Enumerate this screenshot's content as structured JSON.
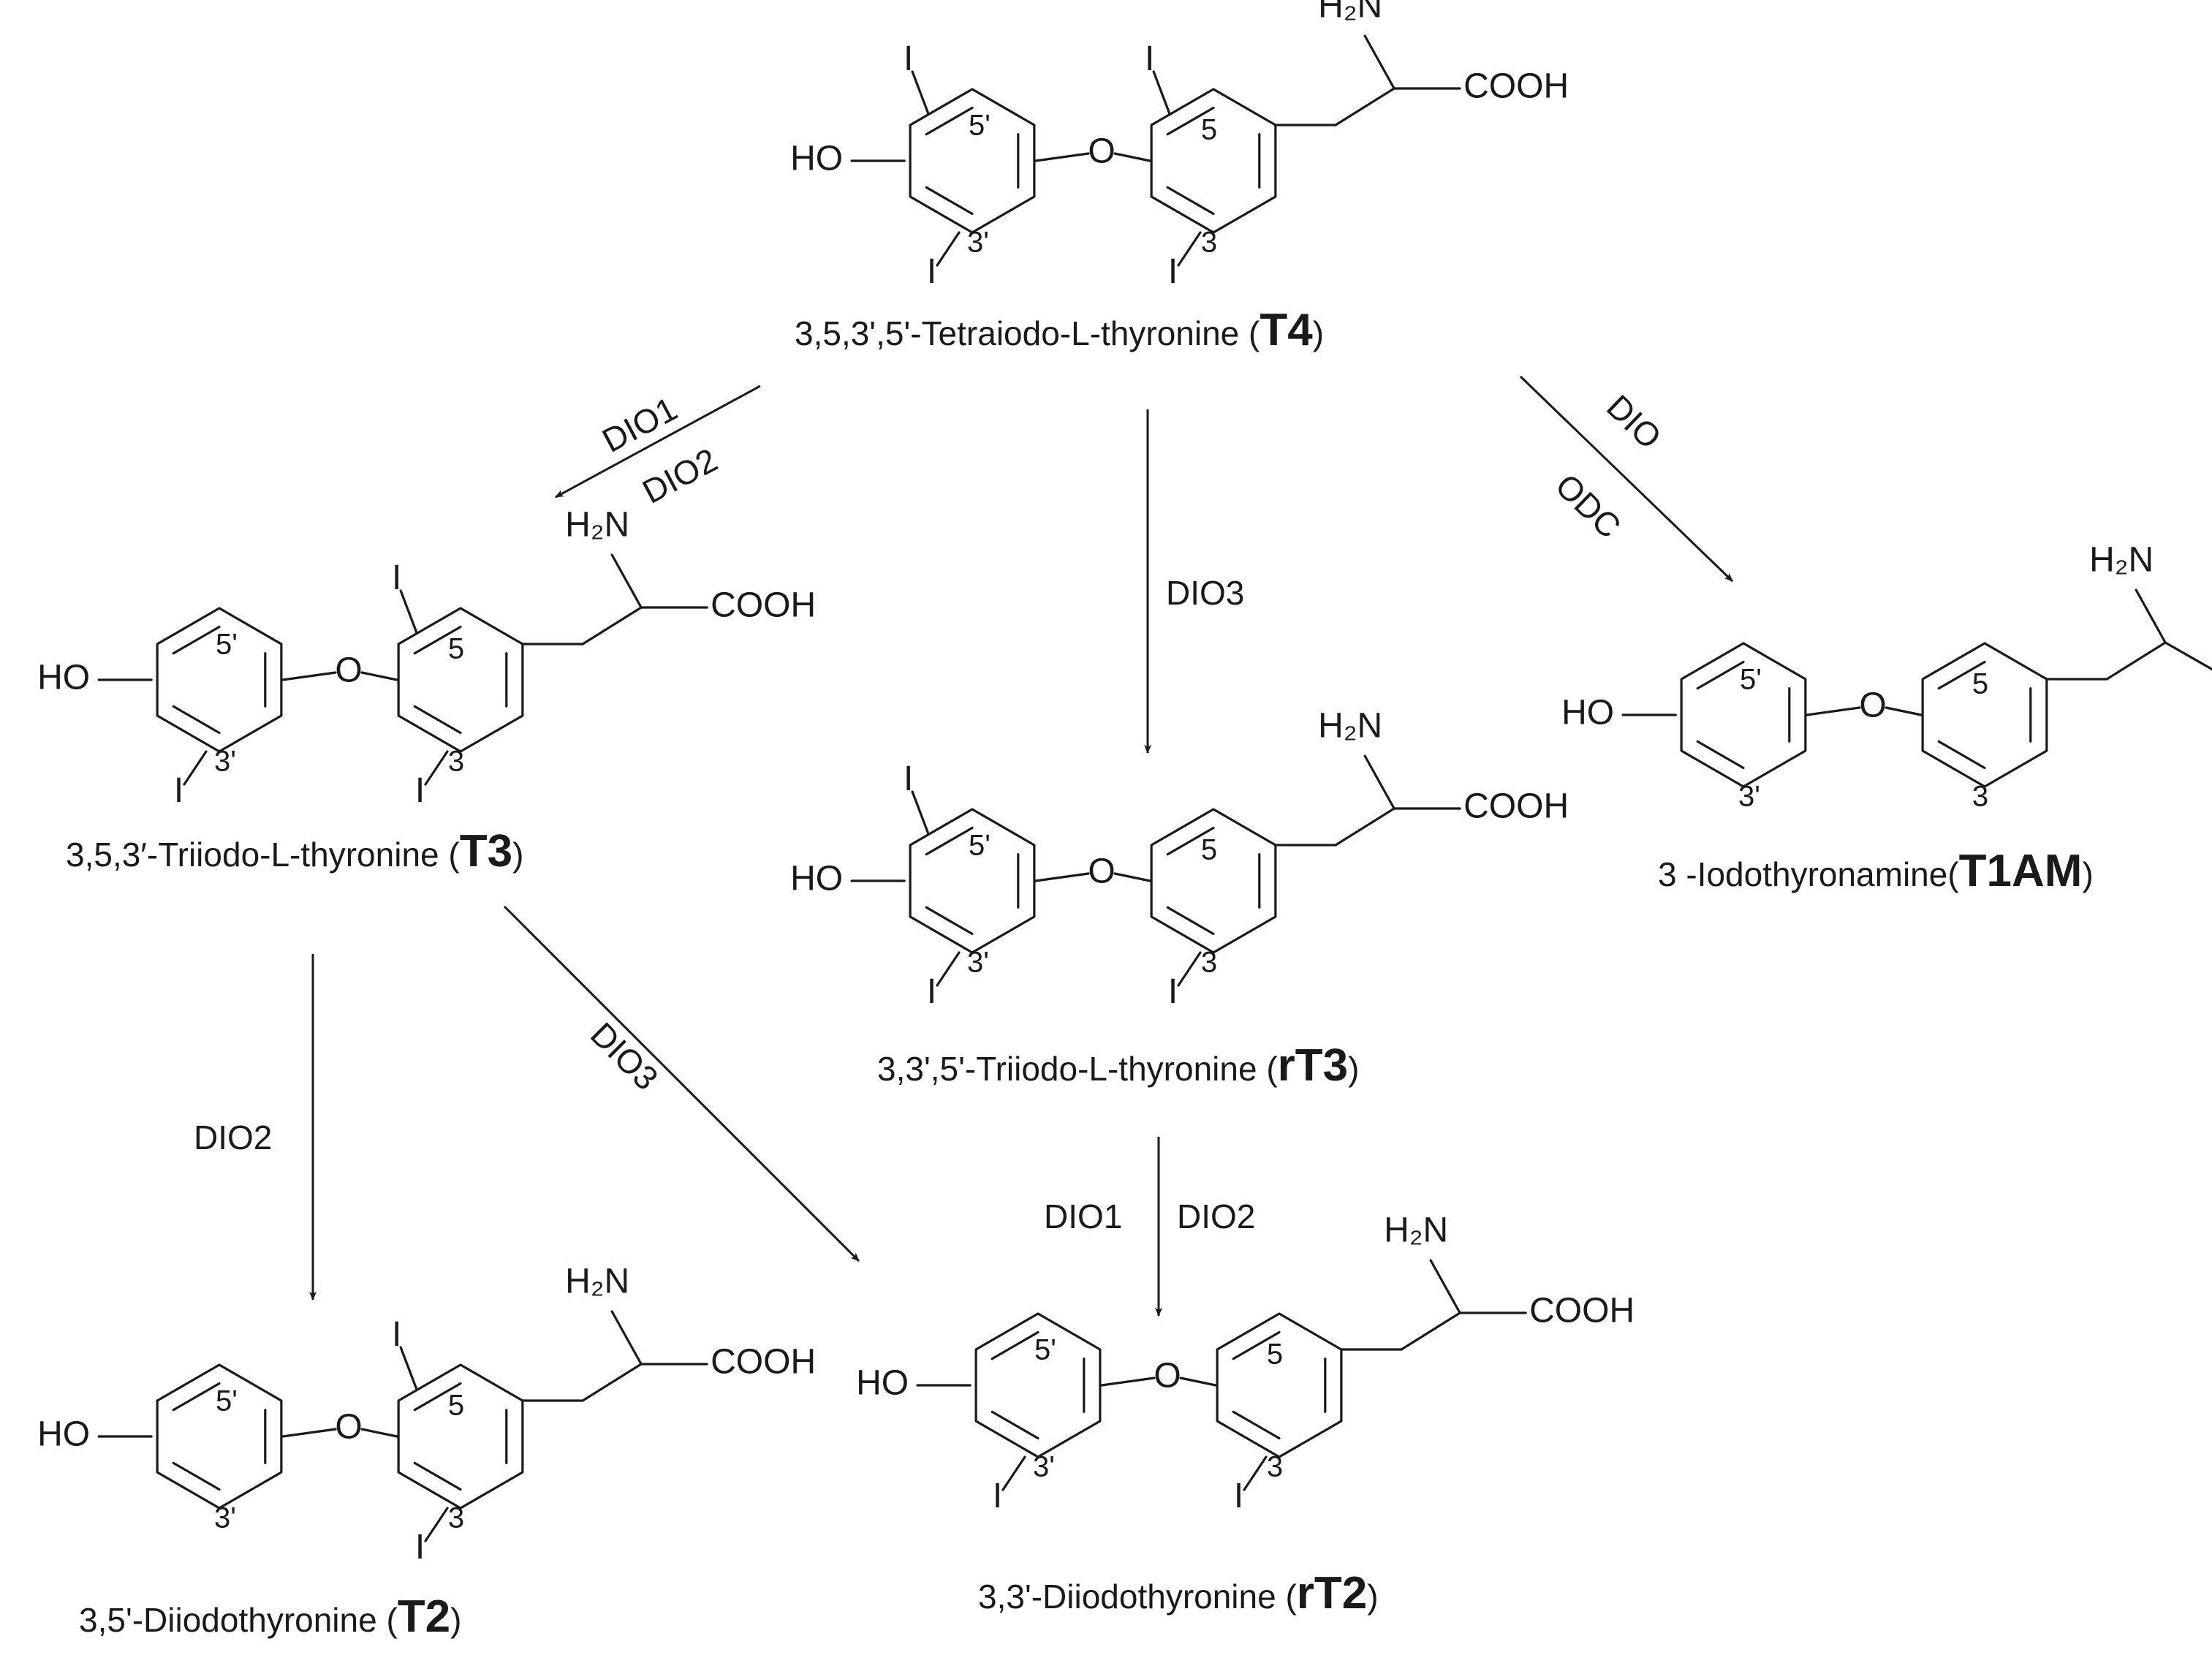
{
  "atoms": {
    "ho": "HO",
    "o": "O",
    "i": "I",
    "cooh": "COOH",
    "h2n": "H₂N",
    "h": "H"
  },
  "positions": {
    "p5p": "5'",
    "p3p": "3'",
    "p5": "5",
    "p3": "3"
  },
  "compounds": {
    "t4": {
      "name": "3,5,3',5'-Tetraiodo-L-thyronine (",
      "code": "T4",
      "close": ")"
    },
    "t3": {
      "name": "3,5,3′-Triiodo-L-thyronine (",
      "code": "T3",
      "close": ")"
    },
    "rt3": {
      "name": "3,3',5'-Triiodo-L-thyronine (",
      "code": "rT3",
      "close": ")"
    },
    "t1am": {
      "name": "3 -Iodothyronamine(",
      "code": "T1AM",
      "close": ")"
    },
    "t2": {
      "name": "3,5'-Diiodothyronine (",
      "code": "T2",
      "close": ")"
    },
    "rt2": {
      "name": "3,3'-Diiodothyronine (",
      "code": "rT2",
      "close": ")"
    }
  },
  "enzymes": {
    "t4_t3": [
      "DIO1",
      "DIO2"
    ],
    "t4_rt3": [
      "DIO3"
    ],
    "t4_t1am": [
      "DIO",
      "ODC"
    ],
    "t3_t2": [
      "DIO2"
    ],
    "t3_rt2": [
      "DIO3"
    ],
    "rt3_rt2": [
      "DIO1",
      "DIO2"
    ]
  }
}
